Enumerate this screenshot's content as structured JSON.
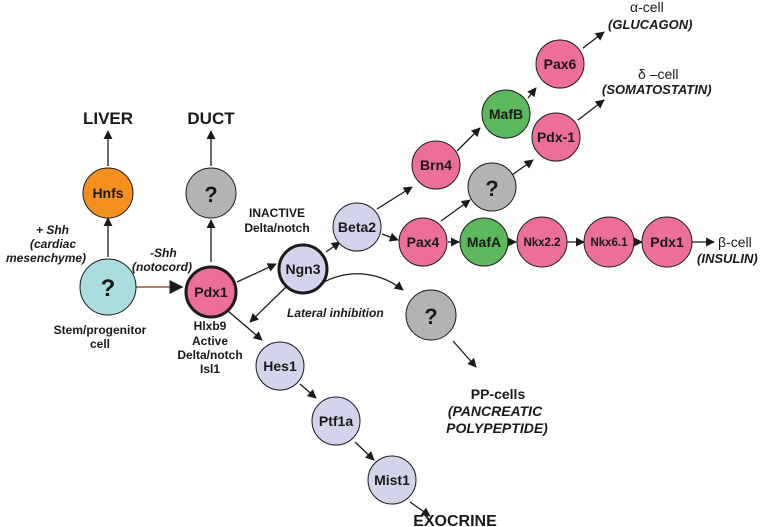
{
  "colors": {
    "stem": "#a9dde0",
    "liver": "#f5901e",
    "unknown": "#b3b3b3",
    "pink": "#ec6f9a",
    "lavender": "#d3d3ec",
    "green": "#5cb85c",
    "arrow": "#1a1a1a",
    "shh_arrow": "#b08070"
  },
  "nodes": {
    "stem": "?",
    "hnfs": "Hnfs",
    "duct_q": "?",
    "pdx1_center": "Pdx1",
    "ngn3": "Ngn3",
    "beta2": "Beta2",
    "brn4": "Brn4",
    "mafb": "MafB",
    "pax6": "Pax6",
    "q_delta": "?",
    "pdx1_delta": "Pdx-1",
    "pax4": "Pax4",
    "mafa": "MafA",
    "nkx22": "Nkx2.2",
    "nkx61": "Nkx6.1",
    "pdx1_beta": "Pdx1",
    "q_pp": "?",
    "hes1": "Hes1",
    "ptf1a": "Ptf1a",
    "mist1": "Mist1"
  },
  "labels": {
    "liver": "LIVER",
    "duct": "DUCT",
    "shh_cardiac_1": "+ Shh",
    "shh_cardiac_2": "(cardiac",
    "shh_cardiac_3": "mesenchyme)",
    "shh_noto_1": "-Shh",
    "shh_noto_2": "(notocord)",
    "stem_1": "Stem/progenitor",
    "stem_2": "cell",
    "inactive_1": "INACTIVE",
    "inactive_2": "Delta/notch",
    "lateral": "Lateral inhibition",
    "active_1": "Hlxb9",
    "active_2": "Active",
    "active_3": "Delta/notch",
    "active_4": "Isl1",
    "alpha_1": "α-cell",
    "alpha_2": "(GLUCAGON)",
    "delta_1": "δ –cell",
    "delta_2": "(SOMATOSTATIN)",
    "beta_1": "β-cell",
    "beta_2": "(INSULIN)",
    "pp_1": "PP-cells",
    "pp_2": "(PANCREATIC",
    "pp_3": "POLYPEPTIDE)",
    "exocrine": "EXOCRINE"
  }
}
